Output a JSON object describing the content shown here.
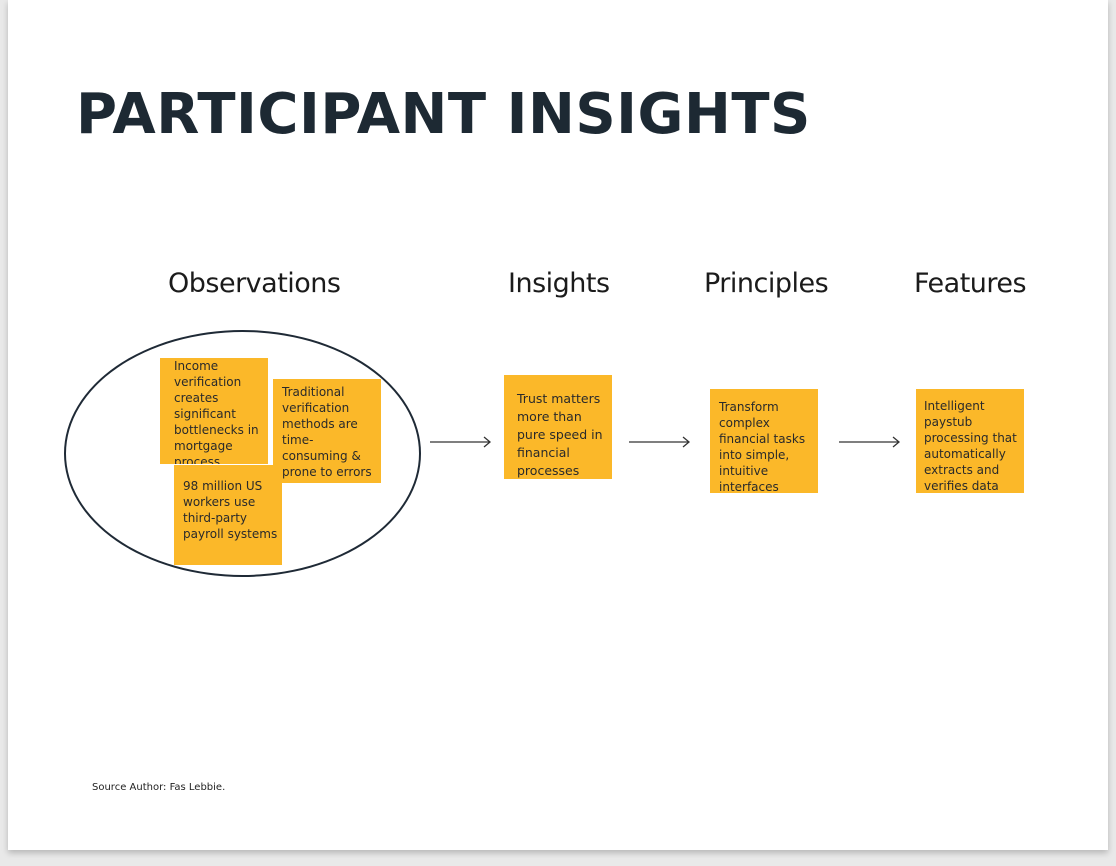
{
  "slide": {
    "title": "PARTICIPANT INSIGHTS",
    "footer": "Source Author: Fas Lebbie."
  },
  "columns": [
    {
      "id": "observations",
      "heading": "Observations"
    },
    {
      "id": "insights",
      "heading": "Insights"
    },
    {
      "id": "principles",
      "heading": "Principles"
    },
    {
      "id": "features",
      "heading": "Features"
    }
  ],
  "observations": {
    "notes": [
      "Income verification creates significant bottlenecks in mortgage process",
      "Traditional verification methods are time-consuming & prone to errors",
      "98 million US workers use third-party payroll systems"
    ]
  },
  "insights": {
    "notes": [
      "Trust matters more than pure speed in financial processes"
    ]
  },
  "principles": {
    "notes": [
      "Transform complex financial tasks into simple, intuitive interfaces"
    ]
  },
  "features": {
    "notes": [
      "Intelligent paystub processing that automatically extracts and verifies data"
    ]
  },
  "colors": {
    "sticky_note": "#fbb829",
    "title_text": "#1d2933",
    "ellipse_stroke": "#1f2a36",
    "arrow_stroke": "#333333"
  }
}
